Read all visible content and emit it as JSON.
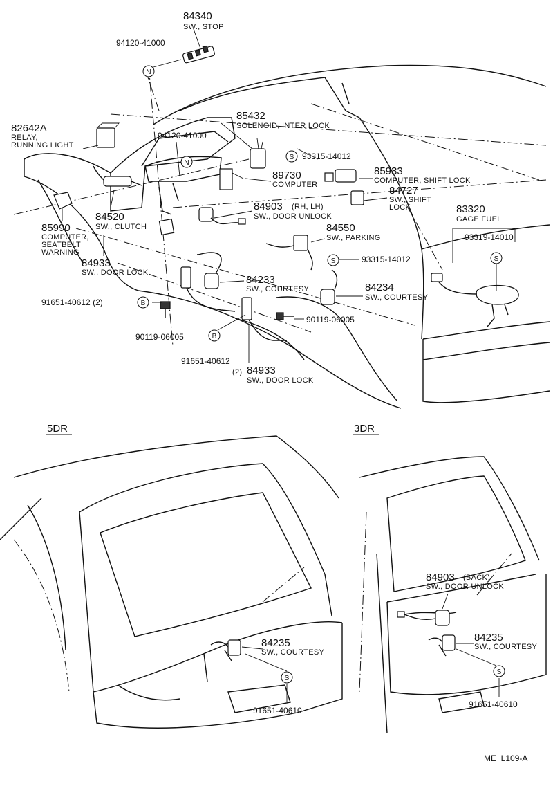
{
  "diagram": {
    "code": "ME  L109-A",
    "sections": {
      "five_door": "5DR",
      "three_door": "3DR"
    },
    "symbols": {
      "n": "N",
      "s": "S",
      "b": "B"
    },
    "parts": [
      {
        "id": "p84340",
        "number": "84340",
        "desc": [
          "SW., STOP"
        ]
      },
      {
        "id": "p94120a",
        "number": "94120-41000",
        "desc": []
      },
      {
        "id": "p85432",
        "number": "85432",
        "desc": [
          "SOLENOID, INTER LOCK"
        ]
      },
      {
        "id": "p82642a",
        "number": "82642A",
        "desc": [
          "RELAY,",
          "RUNNING LIGHT"
        ]
      },
      {
        "id": "p94120b",
        "number": "94120-41000",
        "desc": []
      },
      {
        "id": "p93315a",
        "number": "93315-14012",
        "desc": []
      },
      {
        "id": "p89730",
        "number": "89730",
        "desc": [
          "COMPUTER"
        ]
      },
      {
        "id": "p85933",
        "number": "85933",
        "desc": [
          "COMPUTER, SHIFT LOCK"
        ]
      },
      {
        "id": "p84727",
        "number": "84727",
        "desc": [
          "SW., SHIFT",
          "LOCK"
        ]
      },
      {
        "id": "p84903a",
        "number": "84903",
        "suffix": "(RH, LH)",
        "desc": [
          "SW., DOOR UNLOCK"
        ]
      },
      {
        "id": "p83320",
        "number": "83320",
        "desc": [
          "GAGE FUEL"
        ]
      },
      {
        "id": "p93319",
        "number": "93319-14010",
        "desc": []
      },
      {
        "id": "p84520",
        "number": "84520",
        "desc": [
          "SW., CLUTCH"
        ]
      },
      {
        "id": "p85990",
        "number": "85990",
        "desc": [
          "COMPUTER,",
          "SEATBELT",
          "WARNING"
        ]
      },
      {
        "id": "p84550",
        "number": "84550",
        "desc": [
          "SW., PARKING"
        ]
      },
      {
        "id": "p93315b",
        "number": "93315-14012",
        "desc": []
      },
      {
        "id": "p84933a",
        "number": "84933",
        "desc": [
          "SW., DOOR LOCK"
        ]
      },
      {
        "id": "p84233",
        "number": "84233",
        "desc": [
          "SW., COURTESY"
        ]
      },
      {
        "id": "p84234",
        "number": "84234",
        "desc": [
          "SW., COURTESY"
        ]
      },
      {
        "id": "p91651a",
        "number": "91651-40612 (2)",
        "desc": []
      },
      {
        "id": "p90119a",
        "number": "90119-06005",
        "desc": []
      },
      {
        "id": "p90119b",
        "number": "90119-06005",
        "desc": []
      },
      {
        "id": "p91651b",
        "number": "91651-40612",
        "desc": []
      },
      {
        "id": "p84933b",
        "number": "84933",
        "prefix": "(2)",
        "desc": [
          "SW., DOOR LOCK"
        ]
      },
      {
        "id": "p84235a",
        "number": "84235",
        "desc": [
          "SW., COURTESY"
        ]
      },
      {
        "id": "p91651c",
        "number": "91651-40610",
        "desc": []
      },
      {
        "id": "p84903b",
        "number": "84903",
        "suffix": "(BACK)",
        "desc": [
          "SW., DOOR UNLOCK"
        ]
      },
      {
        "id": "p84235b",
        "number": "84235",
        "desc": [
          "SW., COURTESY"
        ]
      },
      {
        "id": "p91651d",
        "number": "91651-40610",
        "desc": []
      }
    ]
  }
}
